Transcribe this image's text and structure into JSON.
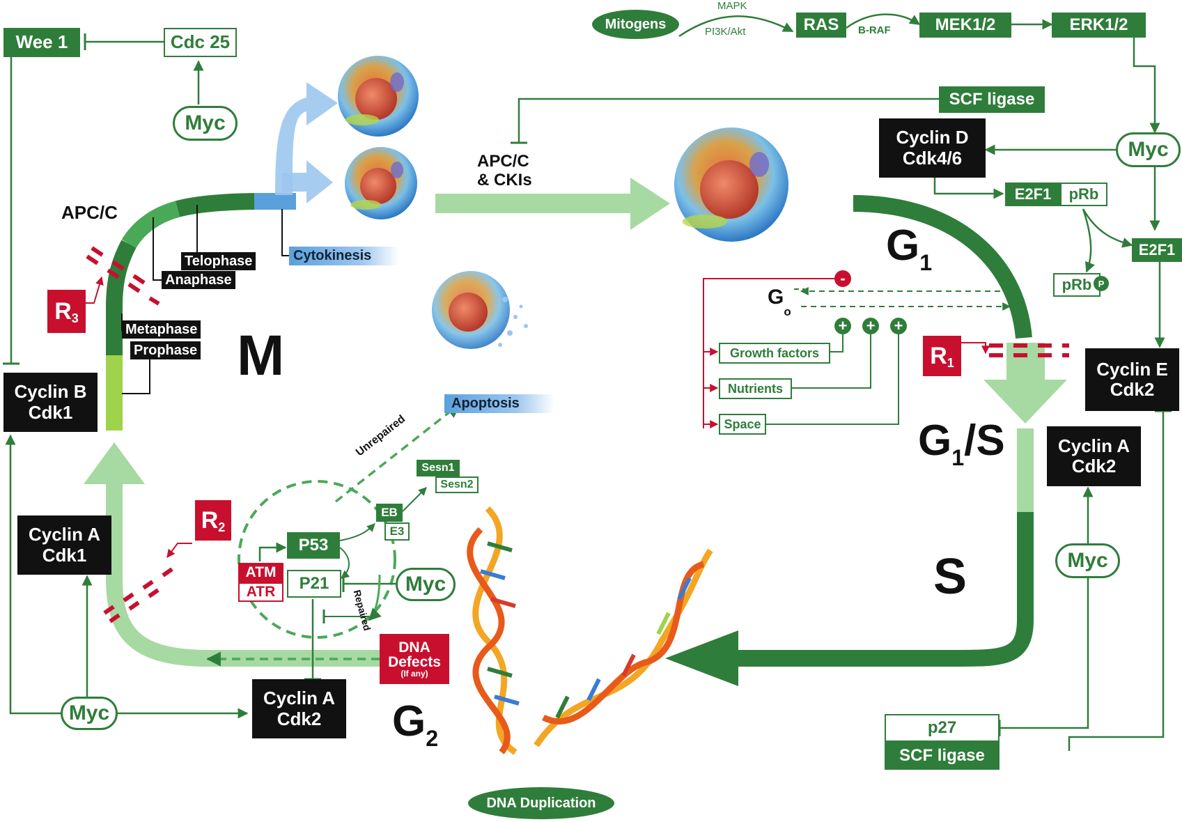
{
  "signaling": {
    "mitogens": "Mitogens",
    "mapk": "MAPK",
    "pi3k": "PI3K/Akt",
    "ras": "RAS",
    "braf": "B-RAF",
    "mek": "MEK1/2",
    "erk": "ERK1/2",
    "scf_top": "SCF ligase",
    "apc_ckis_1": "APC/C",
    "apc_ckis_2": "& CKIs"
  },
  "right_panel": {
    "cyclin_d": "Cyclin D",
    "cdk46": "Cdk4/6",
    "myc": "Myc",
    "e2f1": "E2F1",
    "prb": "pRb",
    "e2f1_free": "E2F1",
    "prb_p": "pRb",
    "p_mark": "P",
    "cyclin_e": "Cyclin E",
    "cdk2_e": "Cdk2",
    "cyclin_a": "Cyclin A",
    "cdk2_a": "Cdk2",
    "myc2": "Myc",
    "p27": "p27",
    "scf_bottom": "SCF ligase"
  },
  "g0": {
    "g": "G",
    "o": "o",
    "minus": "-",
    "plus": "+",
    "growth": "Growth factors",
    "nutrients": "Nutrients",
    "space": "Space"
  },
  "phases": {
    "g1": "G",
    "g1_sub": "1",
    "g1s_g": "G",
    "g1s_sub": "1",
    "g1s_s": "/S",
    "s": "S",
    "g2": "G",
    "g2_sub": "2",
    "m": "M",
    "apcc": "APC/C",
    "telophase": "Telophase",
    "anaphase": "Anaphase",
    "metaphase": "Metaphase",
    "prophase": "Prophase",
    "cytokinesis": "Cytokinesis",
    "apoptosis": "Apoptosis",
    "dna_dup": "DNA Duplication"
  },
  "restriction": {
    "r": "R",
    "r1": "1",
    "r2": "2",
    "r3": "3"
  },
  "left_panel": {
    "wee1": "Wee 1",
    "cdc25": "Cdc 25",
    "myc_top": "Myc",
    "cyclin_b": "Cyclin B",
    "cdk1_b": "Cdk1",
    "cyclin_a": "Cyclin A",
    "cdk1_a": "Cdk1",
    "myc_bottom": "Myc",
    "cyclin_a2": "Cyclin A",
    "cdk2": "Cdk2"
  },
  "checkpoint": {
    "p53": "P53",
    "p21": "P21",
    "atm": "ATM",
    "atr": "ATR",
    "myc": "Myc",
    "eb": "EB",
    "e3": "E3",
    "sesn1": "Sesn1",
    "sesn2": "Sesn2",
    "unrepaired": "Unrepaired",
    "repaired": "Repaired",
    "dna_defects_1": "DNA",
    "dna_defects_2": "Defects",
    "if_any": "(If any)"
  },
  "colors": {
    "dark_green": "#2f7d3a",
    "mid_green": "#4aa957",
    "light_green": "#a7d9a2",
    "red": "#c8102e",
    "black": "#111111",
    "blue": "#5aa0dc"
  }
}
